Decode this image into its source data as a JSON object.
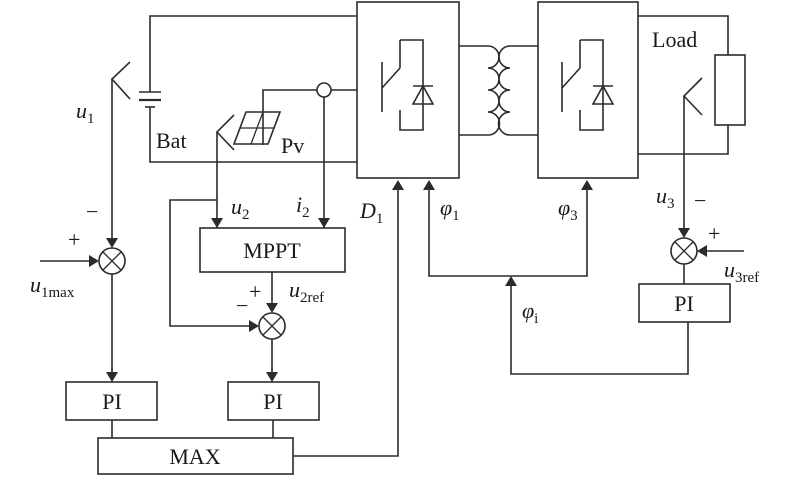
{
  "components": {
    "load": "Load",
    "battery": "Bat",
    "pv": "Pv",
    "mppt": "MPPT",
    "pi": "PI",
    "max": "MAX"
  },
  "signals": {
    "u1": {
      "main": "u",
      "sub": "1"
    },
    "u1max": {
      "main": "u",
      "sub": "1max"
    },
    "u2": {
      "main": "u",
      "sub": "2"
    },
    "i2": {
      "main": "i",
      "sub": "2"
    },
    "u2ref": {
      "main": "u",
      "sub": "2ref"
    },
    "u3": {
      "main": "u",
      "sub": "3"
    },
    "u3ref": {
      "main": "u",
      "sub": "3ref"
    },
    "D1": {
      "main": "D",
      "sub": "1"
    },
    "phi1": {
      "main": "φ",
      "sub": "1"
    },
    "phi3": {
      "main": "φ",
      "sub": "3"
    },
    "phii": {
      "main": "φ",
      "sub": "i"
    }
  },
  "signs": {
    "plus": "+",
    "minus": "−"
  }
}
